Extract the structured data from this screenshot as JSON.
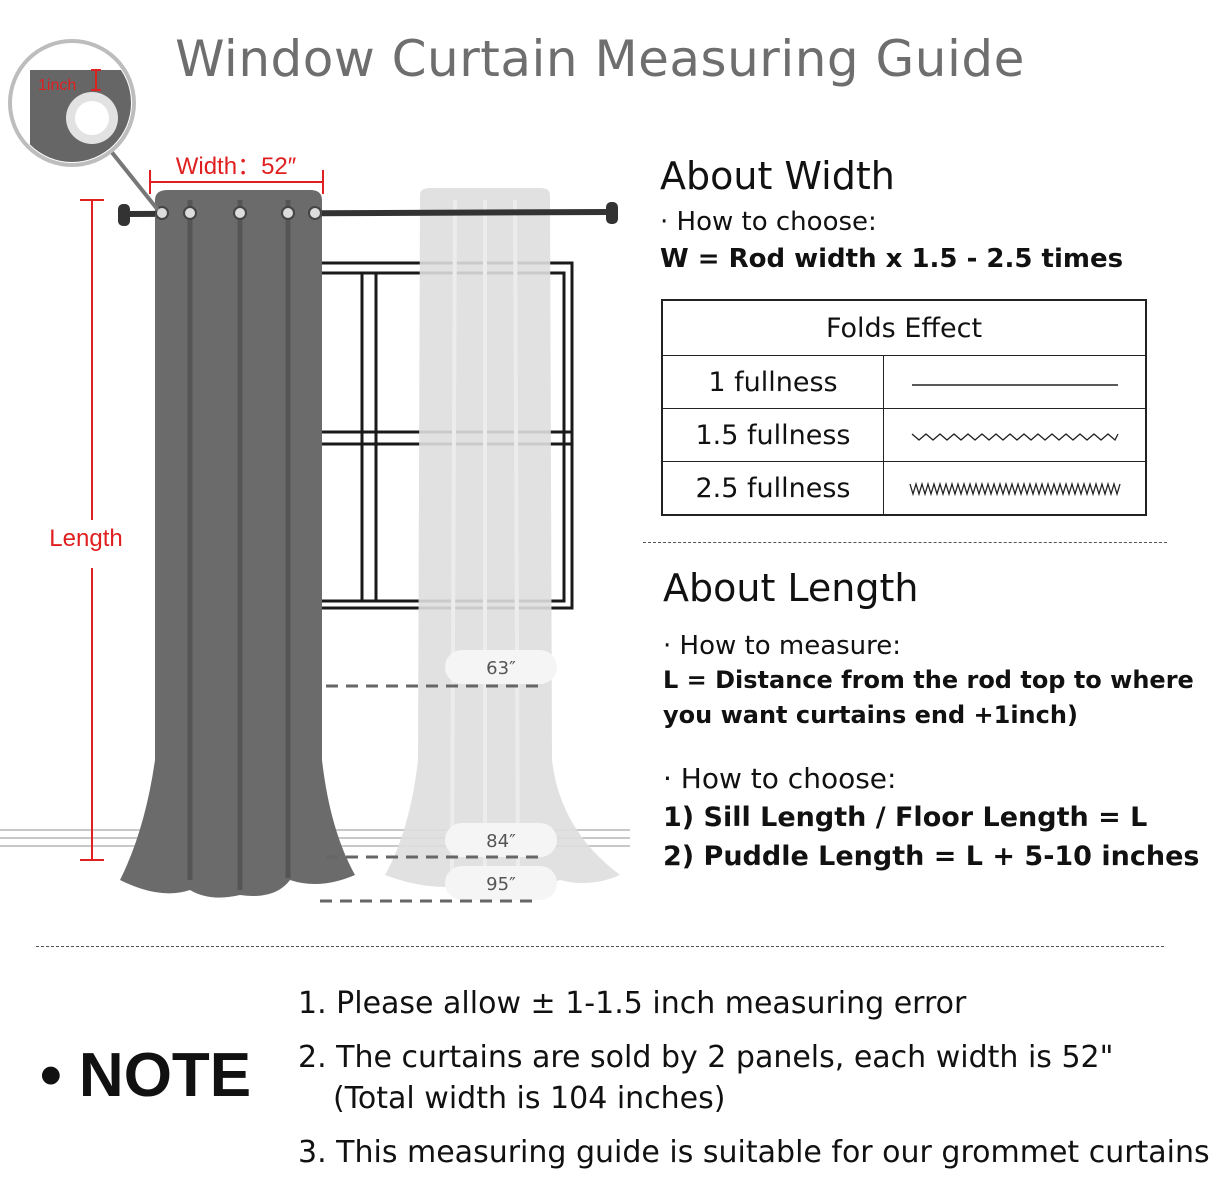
{
  "title": "Window Curtain Measuring Guide",
  "illustration": {
    "grommet_callout": "1inch",
    "width_label": "Width：52″",
    "length_label": "Length",
    "length_markers": [
      "63″",
      "84″",
      "95″"
    ]
  },
  "width_section": {
    "heading": "About Width",
    "subheading": "· How to choose:",
    "formula": "W = Rod width x 1.5 - 2.5 times"
  },
  "folds_table": {
    "header": "Folds Effect",
    "rows": [
      {
        "label": "1 fullness",
        "effect": "straight-line"
      },
      {
        "label": "1.5 fullness",
        "effect": "gentle-wave"
      },
      {
        "label": "2.5 fullness",
        "effect": "dense-wave"
      }
    ]
  },
  "length_section": {
    "heading": "About Length",
    "measure_subheading": "· How to measure:",
    "measure_line1": "L = Distance from the rod top to where",
    "measure_line2": "you want curtains end +1inch)",
    "choose_subheading": "· How to choose:",
    "choice1": "1)  Sill Length / Floor Length = L",
    "choice2": "2)  Puddle Length = L + 5-10 inches"
  },
  "note": {
    "label": "• NOTE",
    "items": [
      "1. Please allow ± 1-1.5 inch measuring error",
      "2. The curtains are sold by 2 panels, each width is 52\"",
      "(Total width is 104 inches)",
      "3. This measuring guide is suitable for our grommet curtains"
    ]
  },
  "colors": {
    "curtain": "#6b6b6b",
    "curtain_ghost": "#dcdcdc",
    "accent_red": "#e02020",
    "title_gray": "#6e6e6e"
  }
}
